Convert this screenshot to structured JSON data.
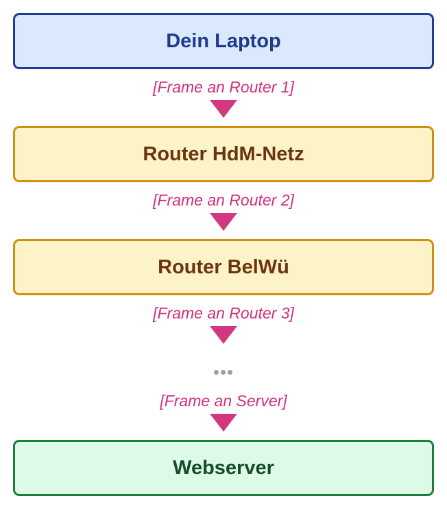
{
  "nodes": {
    "laptop": "Dein Laptop",
    "router_hdm": "Router HdM-Netz",
    "router_belwue": "Router BelWü",
    "webserver": "Webserver"
  },
  "edges": {
    "frame_router_1": "[Frame an Router 1]",
    "frame_router_2": "[Frame an Router 2]",
    "frame_router_3": "[Frame an Router 3]",
    "frame_server": "[Frame an Server]"
  },
  "ellipsis": "•••",
  "colors": {
    "laptop_fill": "#dbe9fd",
    "laptop_border": "#1d3c95",
    "router_fill": "#fdf3c8",
    "router_border": "#d18f12",
    "server_fill": "#dcfae6",
    "server_border": "#1b7e3c",
    "edge_accent": "#d1307c"
  }
}
